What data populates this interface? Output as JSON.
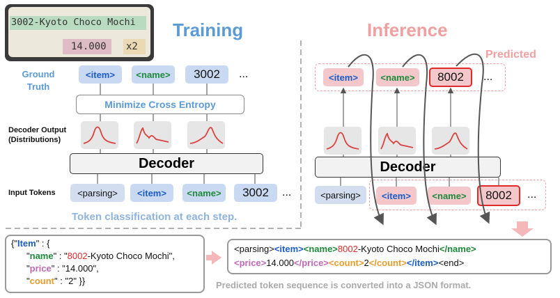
{
  "receipt": {
    "line1": "3002-Kyoto Choco Mochi",
    "price": "14.000",
    "count": "x2"
  },
  "training": {
    "title": "Training",
    "ground_truth_label": "Ground Truth",
    "gt_tokens": [
      "<item>",
      "<name>",
      "3002",
      "..."
    ],
    "loss_label": "Minimize Cross Entropy",
    "decoder_output_label": "Decoder Output (Distributions)",
    "decoder_label": "Decoder",
    "input_tokens_label": "Input Tokens",
    "input_tokens": [
      "<parsing>",
      "<item>",
      "<name>",
      "3002",
      "..."
    ],
    "caption": "Token classification at each step."
  },
  "inference": {
    "title": "Inference",
    "predicted_label": "Predicted",
    "pred_tokens": [
      "<item>",
      "<name>",
      "8002",
      "..."
    ],
    "decoder_label": "Decoder",
    "input_tokens": [
      "<parsing>",
      "<item>",
      "<name>",
      "8002",
      "..."
    ]
  },
  "sequence": {
    "line1_parts": [
      "<parsing>",
      "<item>",
      "<name>",
      "8002",
      "-Kyoto Choco Mochi",
      "</name>"
    ],
    "line2_parts": [
      "<price>",
      "14.000",
      "</price>",
      "<count>",
      "2",
      "</count>",
      "</item>",
      "<end>"
    ],
    "caption": "Predicted token sequence is converted into a JSON format."
  },
  "json_output": {
    "line1_open": "{\"",
    "line1_key": "Item",
    "line1_close": "\" : {",
    "name_key": "name",
    "name_value_red": "8002",
    "name_value_rest": "-Kyoto Choco Mochi\",",
    "price_key": "price",
    "price_value": " : \"14.000\",",
    "count_key": "count",
    "count_value": " : \"2\" }}"
  },
  "colors": {
    "training_title": "#5b9bd5",
    "inference_title": "#f0a0a0",
    "item_tag": "#1a5dc8",
    "name_tag": "#1e8a3c",
    "price_tag": "#c069b6",
    "count_tag": "#e89b2d",
    "highlight_red": "#e02a2a"
  }
}
